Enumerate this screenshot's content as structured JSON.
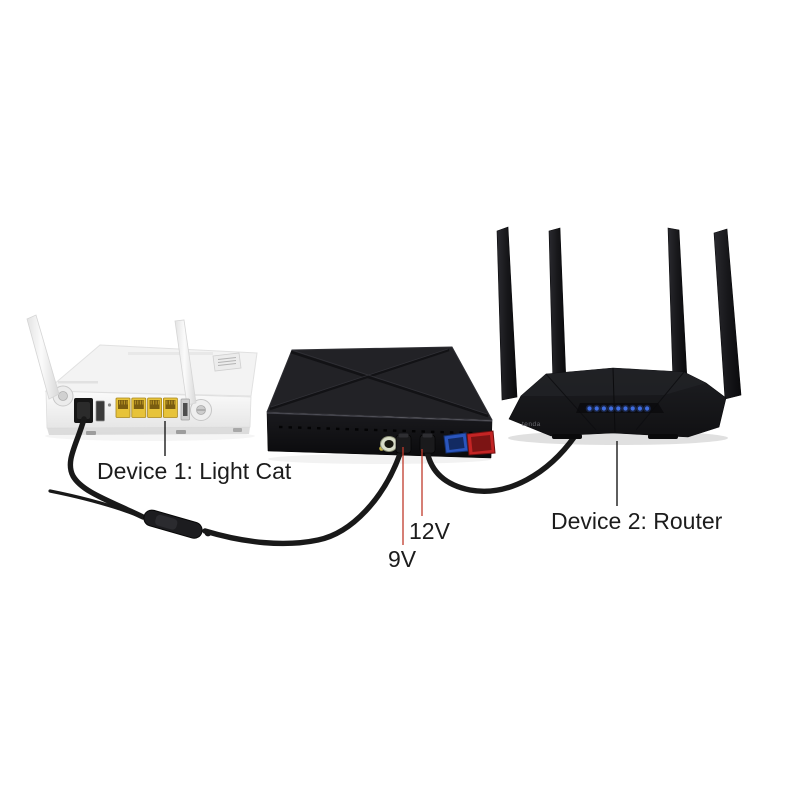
{
  "scene": {
    "background": "#ffffff",
    "description": "Mini UPS power-bank connection diagram between optical modem and wifi router",
    "labels": {
      "device1": "Device 1: Light Cat",
      "device2": "Device 2: Router",
      "output_9v": "9V",
      "output_12v": "12V"
    },
    "router": {
      "brand": "tenda",
      "led_count": 9
    },
    "colors": {
      "annotation_black": "#1a1a1a",
      "annotation_red": "#c03a2b",
      "cable": "#191919",
      "ethernet_yellow": "#e7c33a",
      "usb_blue": "#2a55bd",
      "usb_red": "#c32424",
      "led_blue": "#3f6de0",
      "ups_top": "#222226",
      "router_body": "#17181b",
      "modem_white": "#f3f3f3"
    }
  }
}
